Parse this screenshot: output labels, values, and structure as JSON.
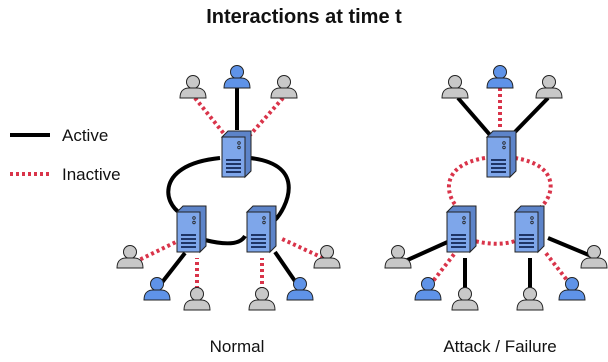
{
  "title": "Interactions at time t",
  "legend": {
    "active": "Active",
    "inactive": "Inactive"
  },
  "panels": {
    "normal": "Normal",
    "attack": "Attack / Failure"
  },
  "colors": {
    "active_line": "#000000",
    "inactive_line": "#d9344a",
    "server_fill": "#7ea6ea",
    "user_blue": "#5f93e8",
    "user_gray": "#c8c8c8",
    "outline": "#222222"
  }
}
